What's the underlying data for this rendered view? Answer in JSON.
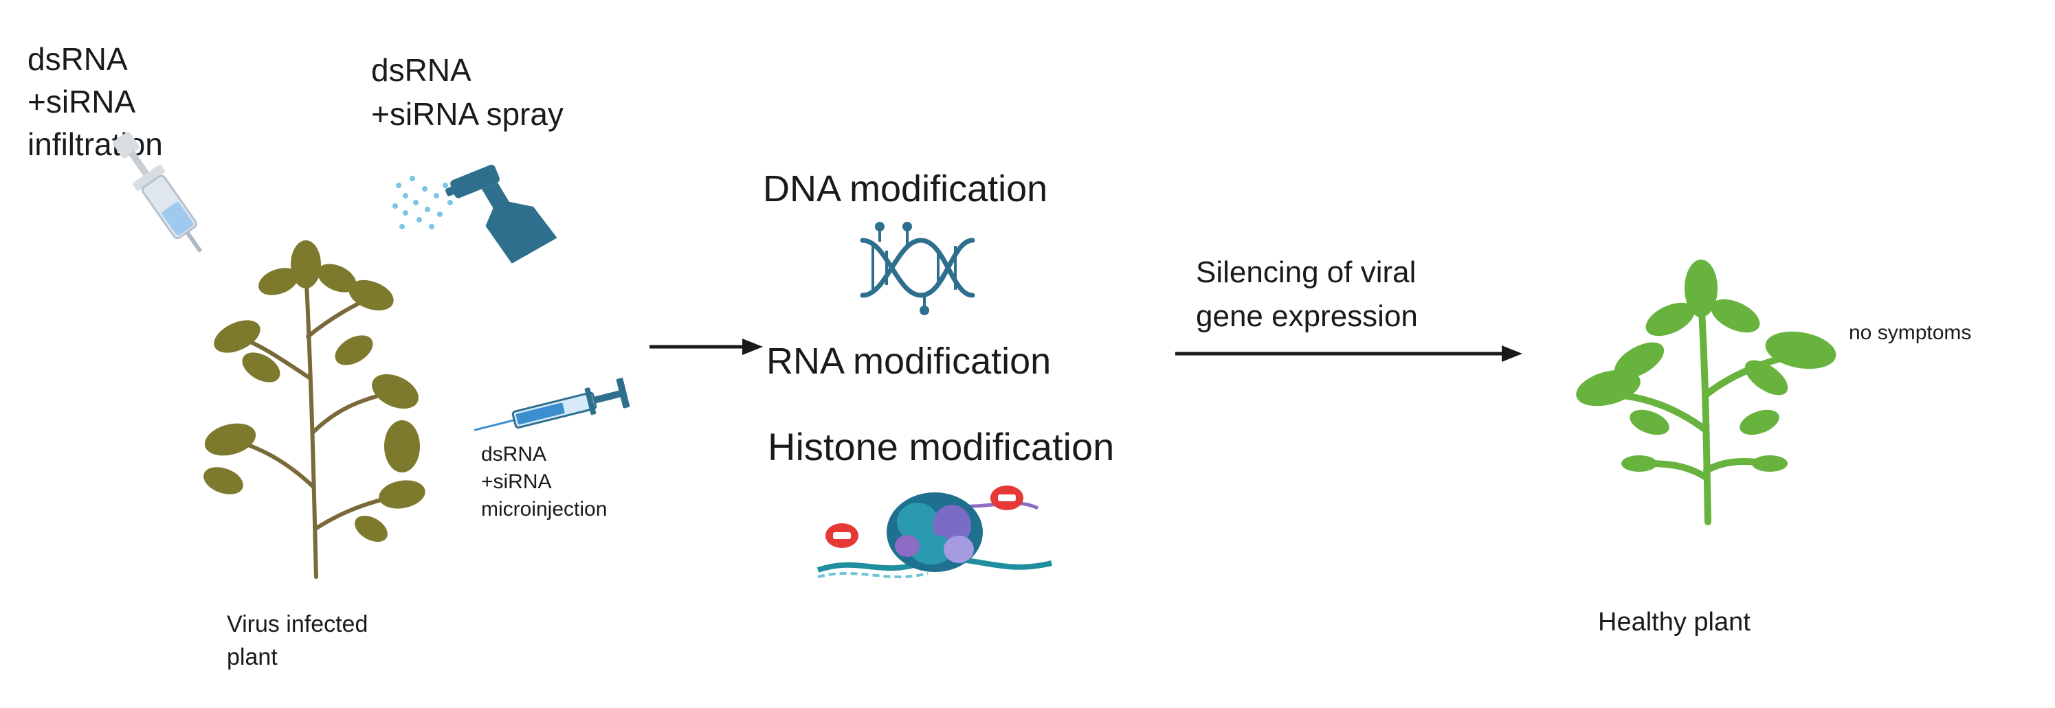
{
  "left": {
    "infiltration_line1": "dsRNA",
    "infiltration_line2": "+siRNA",
    "infiltration_line3": "infiltration",
    "spray_line1": "dsRNA",
    "spray_line2": "+siRNA spray",
    "micro_line1": "dsRNA",
    "micro_line2": "+siRNA",
    "micro_line3": "microinjection",
    "plant_line1": "Virus infected",
    "plant_line2": "plant"
  },
  "middle": {
    "dna": "DNA modification",
    "rna": "RNA modification",
    "histone": "Histone modification"
  },
  "right": {
    "silencing_line1": "Silencing of viral",
    "silencing_line2": "gene expression",
    "no_symptoms": "no symptoms",
    "healthy": "Healthy plant"
  },
  "colors": {
    "infected_leaf": "#7d7a2e",
    "healthy_leaf": "#67b33d",
    "spray_bottle": "#2e6f8e",
    "syringe": "#3b8fd0",
    "dna": "#2e6f8e",
    "histone": "#1f8fa0",
    "arrow": "#1a1a1a"
  },
  "icons": [
    "syringe-icon",
    "spray-bottle-icon",
    "microinjection-needle-icon",
    "dna-icon",
    "nucleosome-icon",
    "infected-plant-icon",
    "healthy-plant-icon"
  ]
}
